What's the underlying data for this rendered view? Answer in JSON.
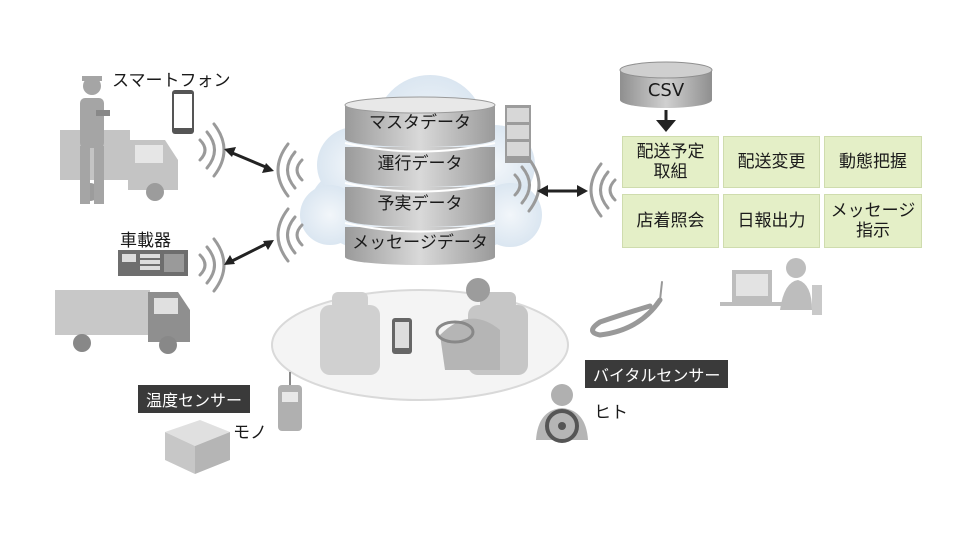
{
  "devices": {
    "smartphone_label": "スマートフォン",
    "onboard_label": "車載器"
  },
  "database_layers": [
    "マスタデータ",
    "運行データ",
    "予実データ",
    "メッセージデータ"
  ],
  "csv_label": "CSV",
  "functions": [
    {
      "line1": "配送予定",
      "line2": "取組"
    },
    {
      "line1": "配送変更",
      "line2": ""
    },
    {
      "line1": "動態把握",
      "line2": ""
    },
    {
      "line1": "店着照会",
      "line2": ""
    },
    {
      "line1": "日報出力",
      "line2": ""
    },
    {
      "line1": "メッセージ",
      "line2": "指示"
    }
  ],
  "sensors": {
    "temperature_label": "温度センサー",
    "goods_label": "モノ",
    "vital_label": "バイタルセンサー",
    "person_label": "ヒト"
  },
  "colors": {
    "function_box": "#e4efc7",
    "cloud": "#dfe9f2",
    "label_bg": "#3a3a3a",
    "gray_figure": "#b9b9b9"
  }
}
